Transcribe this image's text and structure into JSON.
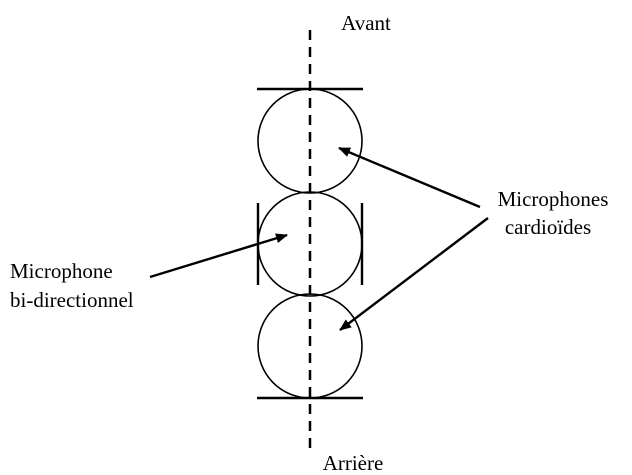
{
  "labels": {
    "front": "Avant",
    "rear": "Arrière",
    "cardioid_line1": "Microphones",
    "cardioid_line2": "cardioïdes",
    "bidirectional_line1": "Microphone",
    "bidirectional_line2": "bi-directionnel"
  }
}
